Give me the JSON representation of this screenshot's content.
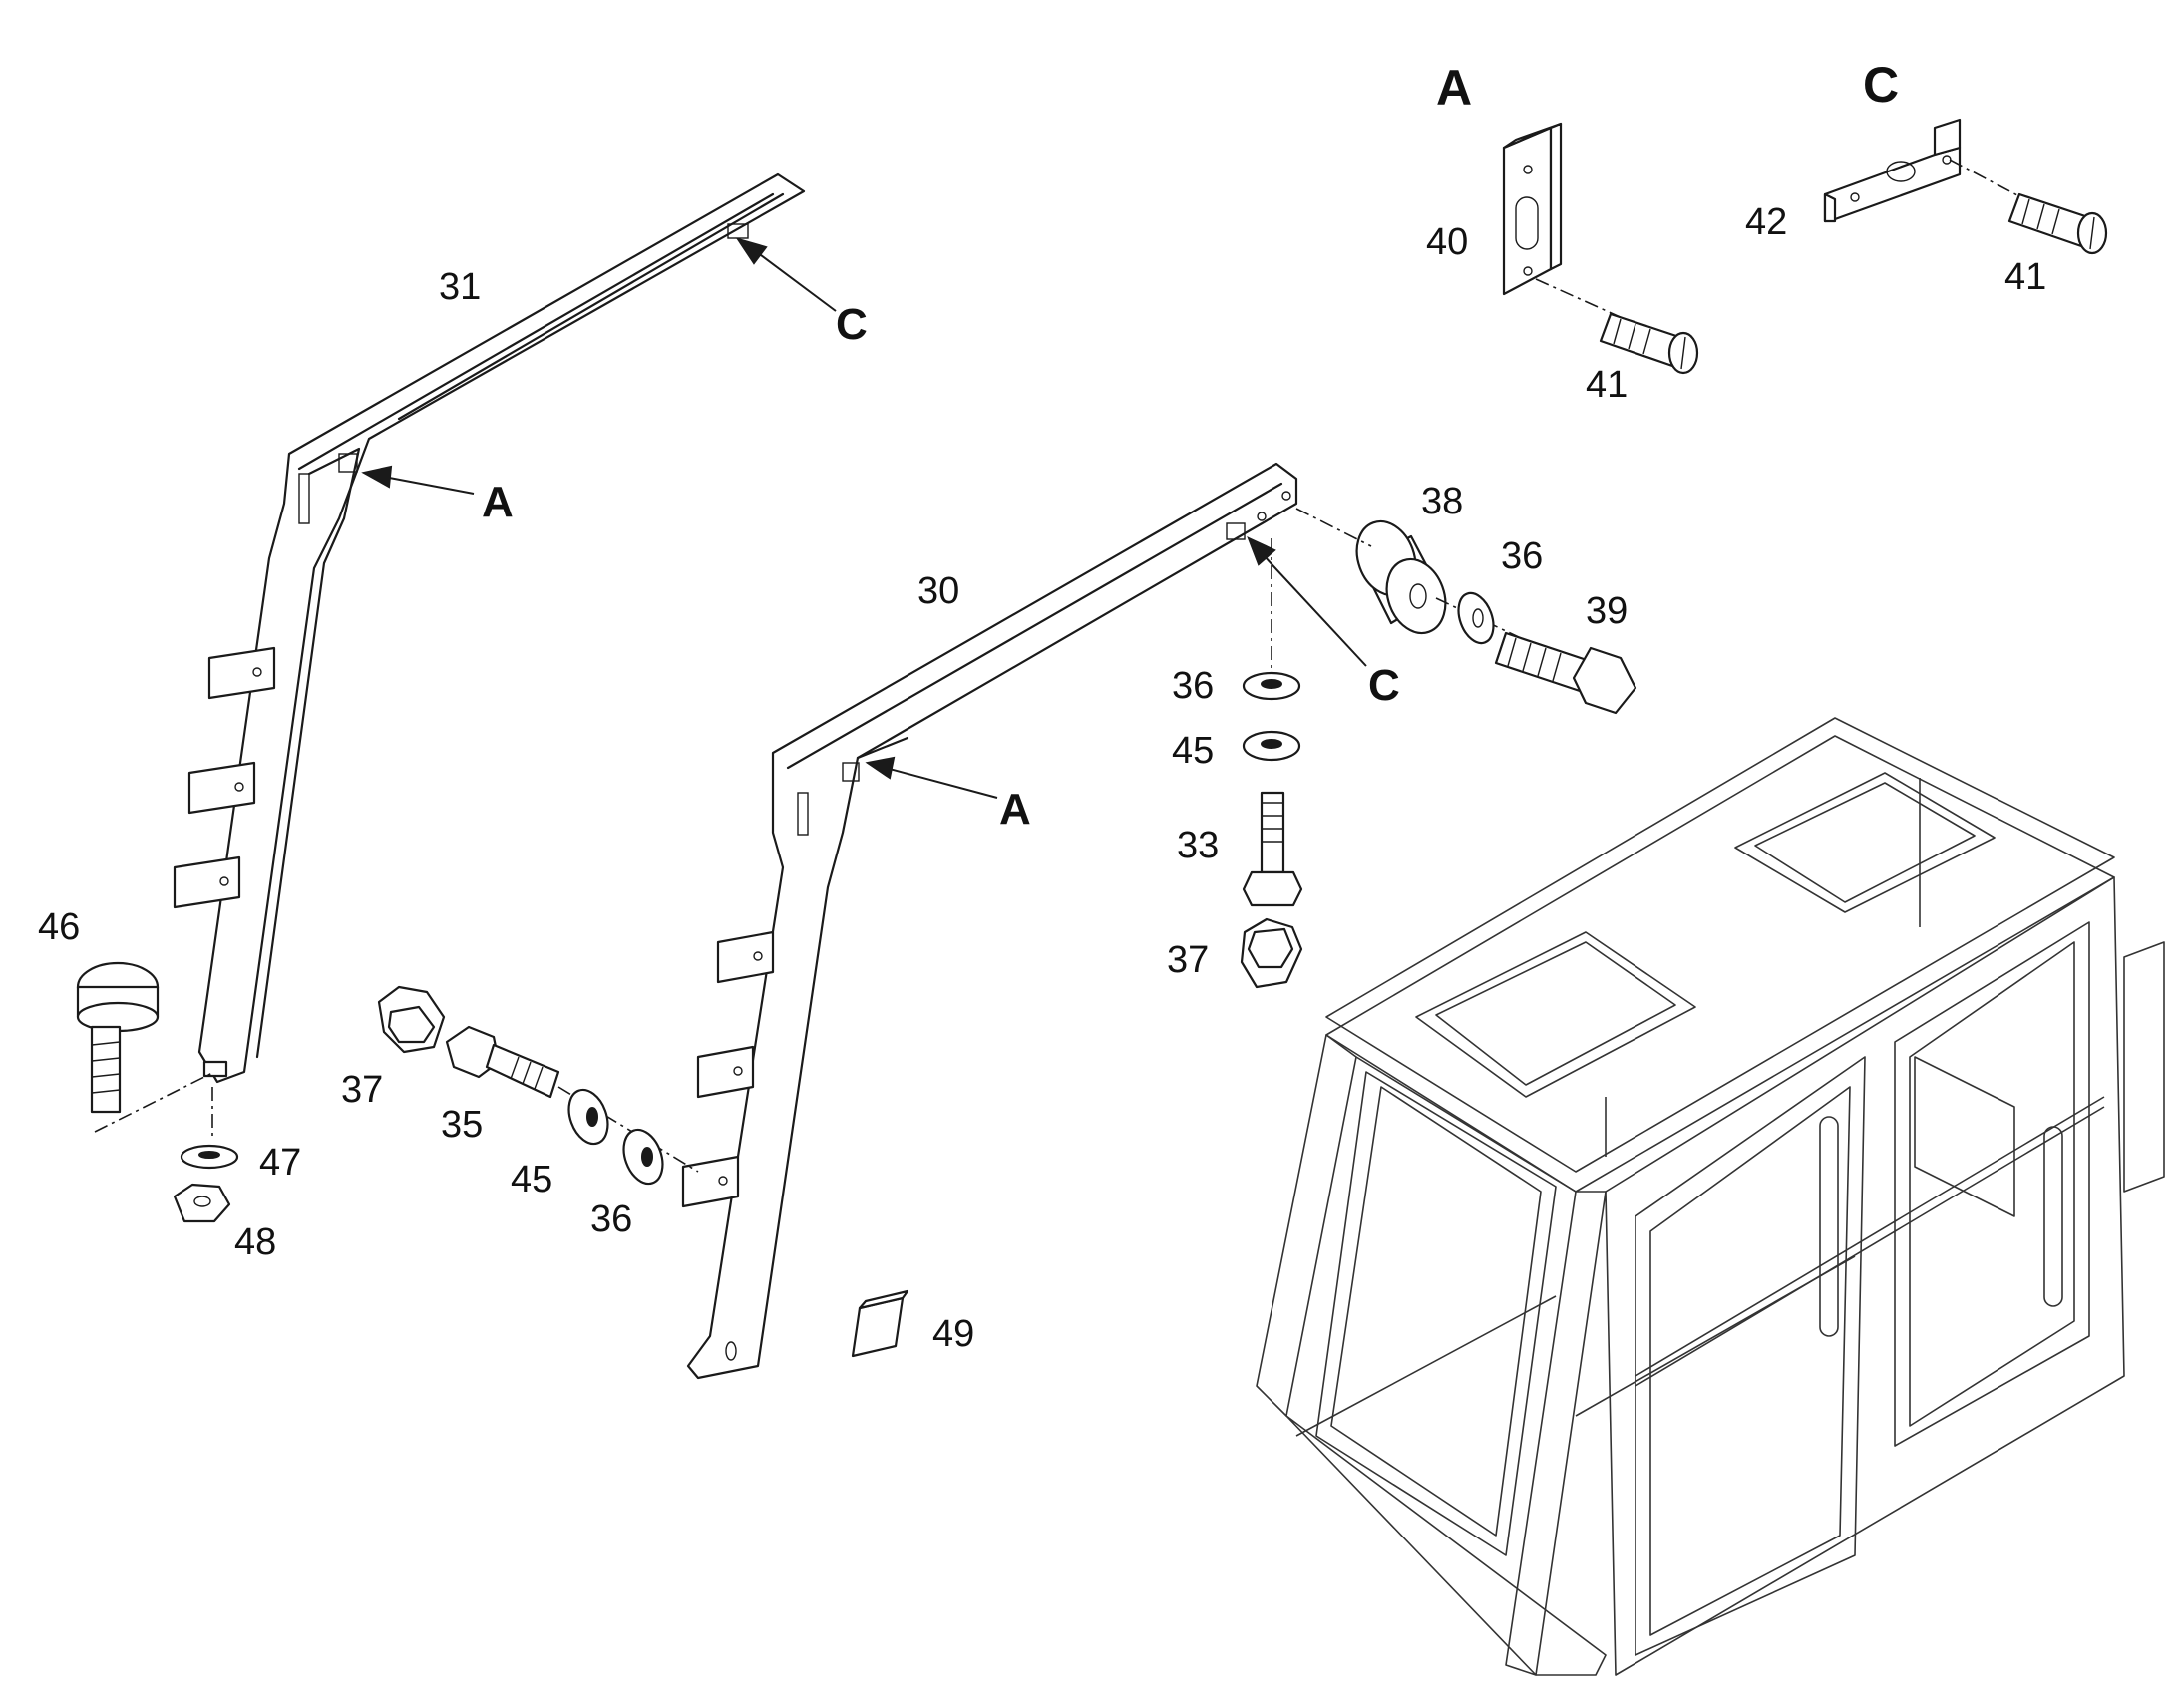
{
  "detail_views": [
    {
      "title": "A"
    },
    {
      "title": "C"
    }
  ],
  "part_labels": [
    "31",
    "30",
    "40",
    "41",
    "41",
    "42",
    "41",
    "38",
    "36",
    "39",
    "36",
    "45",
    "33",
    "37",
    "46",
    "37",
    "35",
    "45",
    "36",
    "47",
    "48",
    "49"
  ],
  "reference_labels": [
    "C",
    "A",
    "C",
    "A"
  ]
}
